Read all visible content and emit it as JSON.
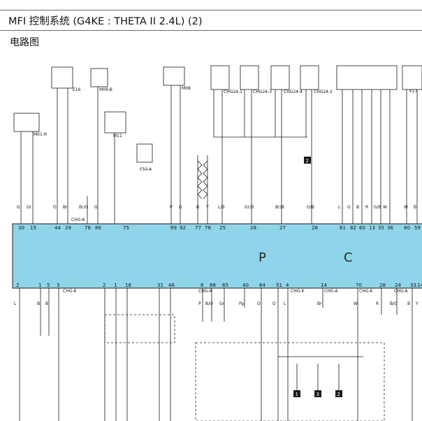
{
  "title": "MFI 控制系统 (G4KE : THETA II 2.4L) (2)",
  "subtitle": "电路图",
  "ecm": {
    "letters": [
      "P",
      "C"
    ],
    "fill_color": "#8fd4e8",
    "top_pins": [
      "30",
      "15",
      "44",
      "29",
      "76",
      "86",
      "75",
      "69",
      "92",
      "77",
      "78",
      "25",
      "28",
      "27",
      "28",
      "61",
      "82",
      "60",
      "13",
      "35",
      "36",
      "80",
      "59"
    ],
    "bottom_pins": [
      "2",
      "1",
      "5",
      "3",
      "2",
      "1",
      "16",
      "31",
      "46",
      "6",
      "88",
      "65",
      "40",
      "64",
      "51",
      "4",
      "14",
      "70",
      "28",
      "24",
      "33",
      "14"
    ]
  },
  "top_wire_labels": [
    "G",
    "Gr",
    "O",
    "Br",
    "Br/O",
    "G",
    "P",
    "G",
    "B",
    "Y",
    "L/B",
    "Gr/B",
    "Br/B",
    "O/B",
    "L",
    "O",
    "B",
    "R",
    "G/B",
    "W",
    "W",
    "B"
  ],
  "bottom_wire_labels": [
    "L",
    "B",
    "B",
    "P",
    "B/O",
    "Gr",
    "Pp",
    "O",
    "O",
    "L",
    "Br",
    "W",
    "R",
    "B/O",
    "B",
    "Y"
  ],
  "connector_labels": [
    "CHG-A",
    "CHG-K",
    "CHG-A",
    "CHG-K",
    "CHG-A",
    "CHG-K",
    "CHG-A",
    "E17",
    "M01-R",
    "M08",
    "M11",
    "M09-B",
    "E16",
    "F50-A",
    "CHG24-1",
    "CHG24-3",
    "CHG24-4",
    "CHG24-2"
  ],
  "badge_labels": [
    "2",
    "1",
    "3",
    "2"
  ],
  "accent_color": "#1a1a1a"
}
